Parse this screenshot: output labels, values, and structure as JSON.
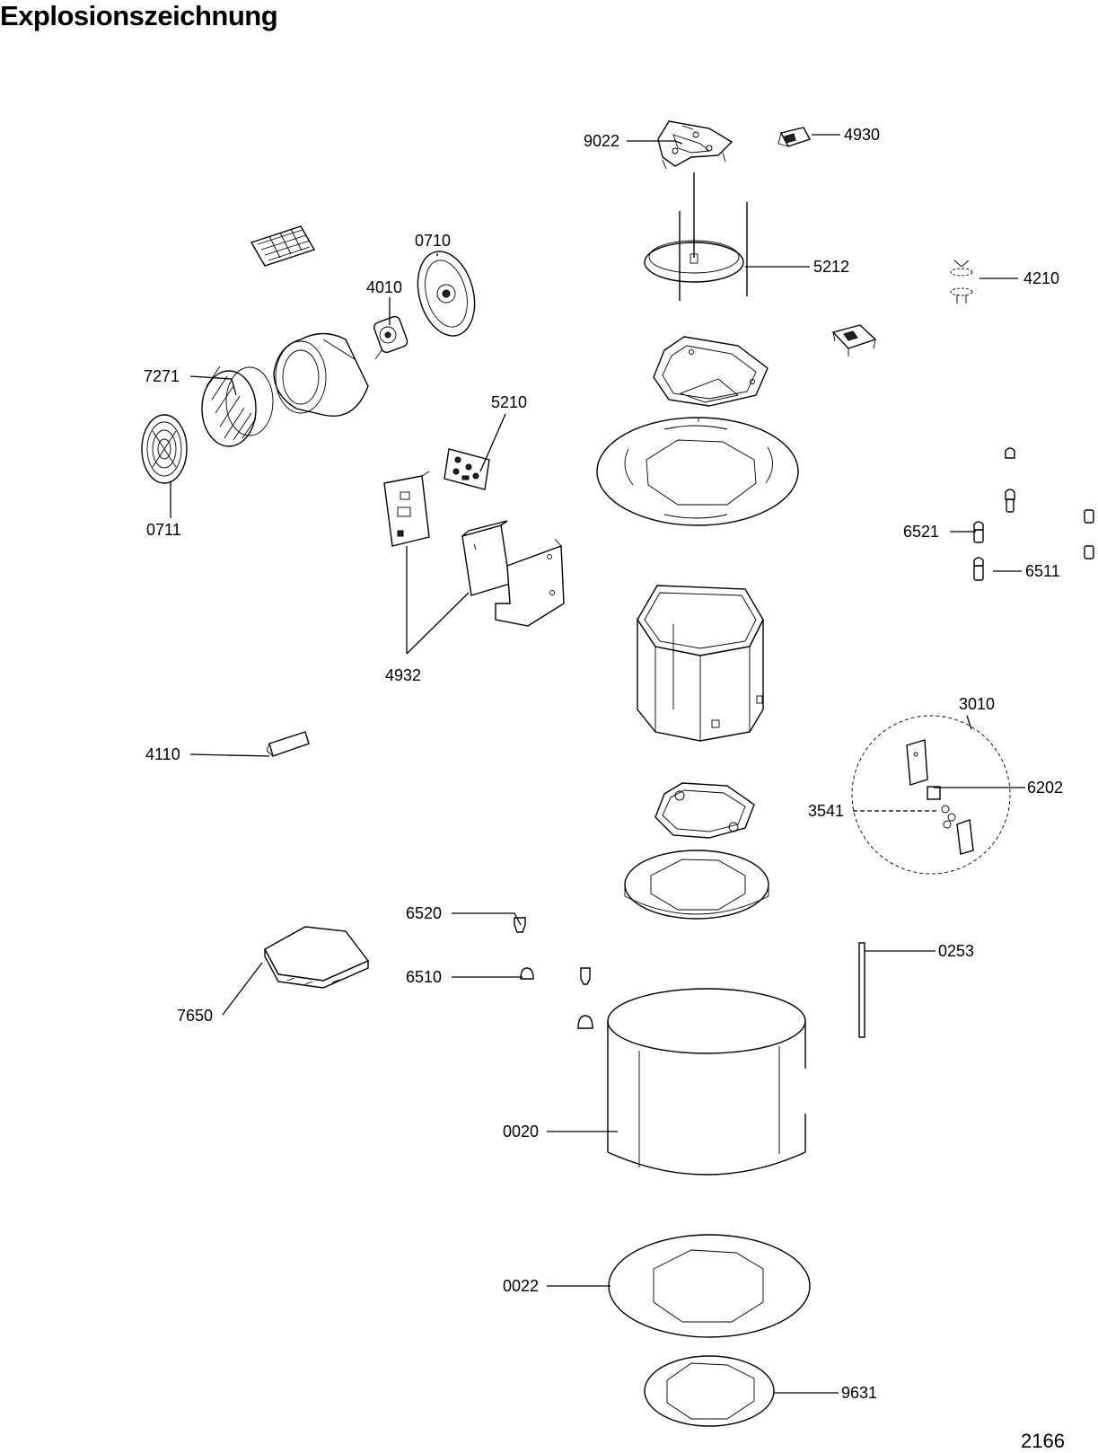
{
  "title": "Explosionszeichnung",
  "drawing_number": "2166",
  "parts": {
    "p9022": "9022",
    "p4930": "4930",
    "p5212": "5212",
    "p4210": "4210",
    "p0710": "0710",
    "p4010": "4010",
    "p7271": "7271",
    "p5210": "5210",
    "p0711": "0711",
    "p6521": "6521",
    "p6511": "6511",
    "p4932": "4932",
    "p3010": "3010",
    "p6202": "6202",
    "p3541": "3541",
    "p4110": "4110",
    "p6520": "6520",
    "p0253": "0253",
    "p6510": "6510",
    "p7650": "7650",
    "p0020": "0020",
    "p0022": "0022",
    "p9631": "9631"
  }
}
